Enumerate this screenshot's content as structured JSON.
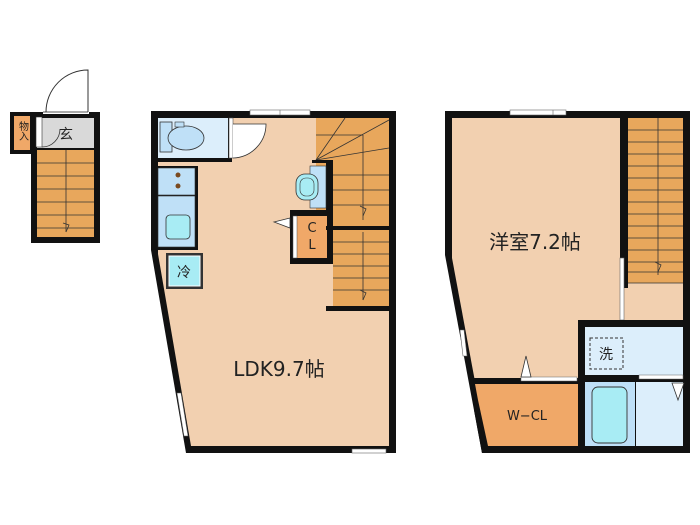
{
  "floor_plan": {
    "colors": {
      "wall": "#111111",
      "floor": "#f2d0b0",
      "stairs": "#e8a75c",
      "closet": "#f0a868",
      "wet_area": "#bfe0f7",
      "wet_area_light": "#dceefb",
      "fixture": "#a8ecf4",
      "entrance_floor": "#d9d9d9"
    },
    "left_unit": {
      "storage_label": "物入",
      "entrance_label": "玄"
    },
    "first_floor": {
      "fridge_label": "冷",
      "closet_label_line1": "C",
      "closet_label_line2": "L",
      "room_label": "LDK9.7帖"
    },
    "second_floor": {
      "room_label": "洋室7.2帖",
      "laundry_label": "洗",
      "walk_in_closet_label": "W−CL"
    }
  }
}
